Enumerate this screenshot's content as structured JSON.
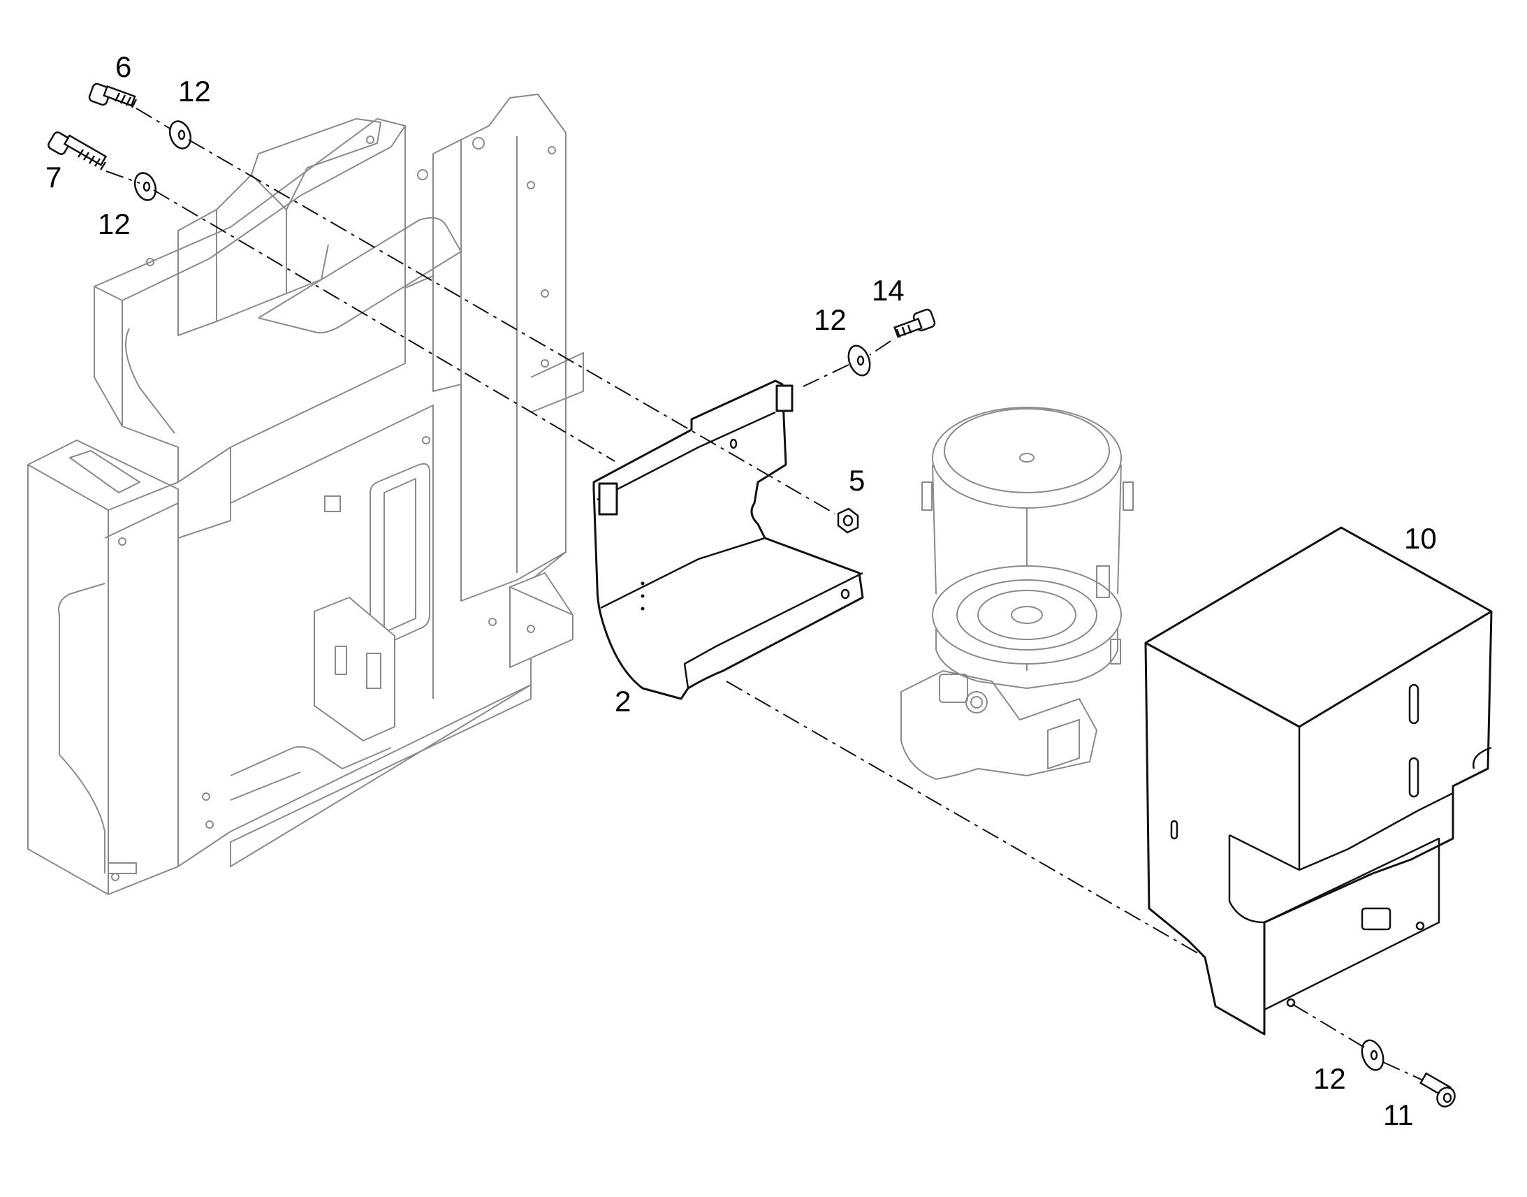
{
  "callouts": {
    "c6": "6",
    "c7": "7",
    "c12a": "12",
    "c12b": "12",
    "c12c": "12",
    "c12d": "12",
    "c14": "14",
    "c5": "5",
    "c2": "2",
    "c10": "10",
    "c11": "11"
  },
  "colors": {
    "ink": "#111111",
    "ghost": "#8a8a8a",
    "background": "#ffffff"
  }
}
